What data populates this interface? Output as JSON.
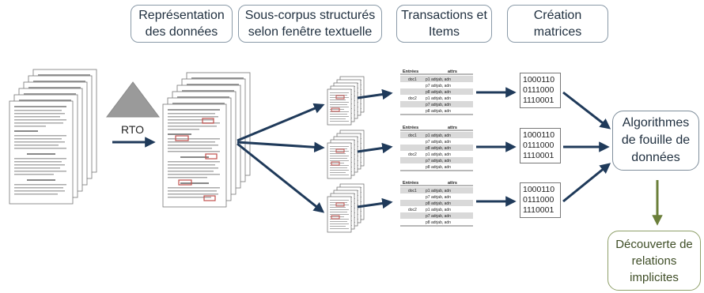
{
  "stages": [
    {
      "label": "Représentation\ndes données"
    },
    {
      "label": "Sous-corpus structurés\nselon fenêtre textuelle"
    },
    {
      "label": "Transactions et\nItems"
    },
    {
      "label": "Création\nmatrices"
    }
  ],
  "rto_label": "RTO",
  "tables": [
    {
      "col1": "Entrées",
      "col2": "attrs",
      "keys": [
        "doc1",
        "doc2"
      ],
      "rows": [
        "p1 adrjab, adn",
        "p7 adrjab, adn",
        "p8 adrjab, adn",
        "p1 adrjab, adn",
        "p7 adrjab, adn",
        "p8 adrjab, adn"
      ]
    },
    {
      "col1": "Entrées",
      "col2": "attrs",
      "keys": [
        "doc1",
        "doc2"
      ],
      "rows": [
        "p1 adrjab, adn",
        "p7 adrjab, adn",
        "p8 adrjab, adn",
        "p1 adrjab, adn",
        "p7 adrjab, adn",
        "p8 adrjab, adn"
      ]
    },
    {
      "col1": "Entrées",
      "col2": "attrs",
      "keys": [
        "doc1",
        "doc2"
      ],
      "rows": [
        "p1 adrjab, adn",
        "p7 adrjab, adn",
        "p8 adrjab, adn",
        "p1 adrjab, adn",
        "p7 adrjab, adn",
        "p8 adrjab, adn"
      ]
    }
  ],
  "matrices": [
    {
      "rows": [
        "1000110",
        "0111000",
        "1110001"
      ]
    },
    {
      "rows": [
        "1000110",
        "0111000",
        "1110001"
      ]
    },
    {
      "rows": [
        "1000110",
        "0111000",
        "1110001"
      ]
    }
  ],
  "algorithms_label": "Algorithmes\nde fouille de\ndonnées",
  "discovery_label": "Découverte de\nrelations\nimplicites",
  "colors": {
    "arrow": "#1f3a5a",
    "green_arrow": "#6b7f3a",
    "triangle": "#9a9a9a",
    "highlight": "#c0504d"
  }
}
